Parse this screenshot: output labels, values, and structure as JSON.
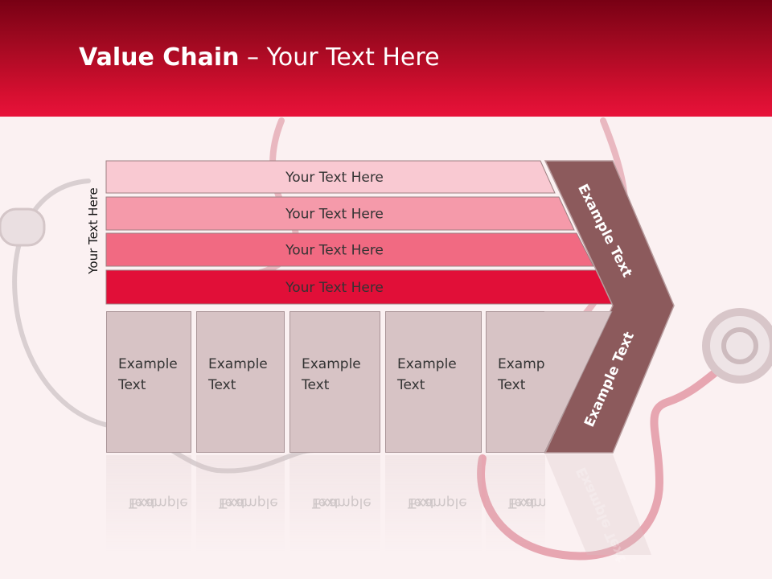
{
  "slide": {
    "title_bold": "Value Chain",
    "title_rest": " – Your Text Here"
  },
  "side_label": "Your Text Here",
  "bars": [
    {
      "label": "Your Text Here",
      "color": "#f9c9d2"
    },
    {
      "label": "Your Text Here",
      "color": "#f59aaa"
    },
    {
      "label": "Your Text Here",
      "color": "#f16a82"
    },
    {
      "label": "Your Text Here",
      "color": "#e10f38"
    }
  ],
  "boxes": [
    {
      "line1": "Example",
      "line2": "Text"
    },
    {
      "line1": "Example",
      "line2": "Text"
    },
    {
      "line1": "Example",
      "line2": "Text"
    },
    {
      "line1": "Example",
      "line2": "Text"
    },
    {
      "line1": "Example",
      "line2": "Text"
    }
  ],
  "chevron": {
    "upper_label": "Example Text",
    "lower_label": "Example Text",
    "color": "#8c5a5c"
  }
}
